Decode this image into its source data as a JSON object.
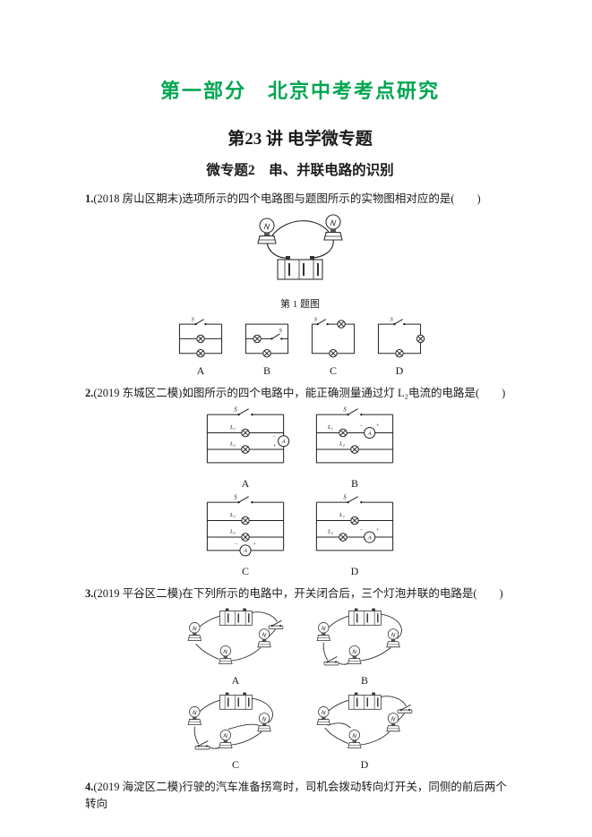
{
  "colors": {
    "title_green": "#00a651",
    "text": "#1a1a1a"
  },
  "page": {
    "part_title": "第一部分　北京中考考点研究",
    "lecture_title": "第23 讲 电学微专题",
    "topic_title": "微专题2　串、并联电路的识别"
  },
  "symbols": {
    "switch": "S",
    "lamp1": "L₁",
    "lamp2": "L₂",
    "ammeter": "A",
    "plus": "+",
    "minus": "−"
  },
  "questions": {
    "q1": {
      "number": "1.",
      "text": "(2018 房山区期末)选项所示的四个电路图与题图所示的实物图相对应的是(　　)",
      "figure_caption": "第 1 题图",
      "options": [
        "A",
        "B",
        "C",
        "D"
      ]
    },
    "q2": {
      "number": "2.",
      "text": "(2019 东城区二模)如图所示的四个电路中，能正确测量通过灯 L₂电流的电路是(　　)",
      "options": [
        "A",
        "B",
        "C",
        "D"
      ]
    },
    "q3": {
      "number": "3.",
      "text": "(2019 平谷区二模)在下列所示的电路中，开关闭合后，三个灯泡并联的电路是(　　)",
      "options": [
        "A",
        "B",
        "C",
        "D"
      ]
    },
    "q4": {
      "number": "4.",
      "text": "(2019 海淀区二模)行驶的汽车准备拐弯时，司机会拨动转向灯开关，同侧的前后两个转向"
    }
  }
}
